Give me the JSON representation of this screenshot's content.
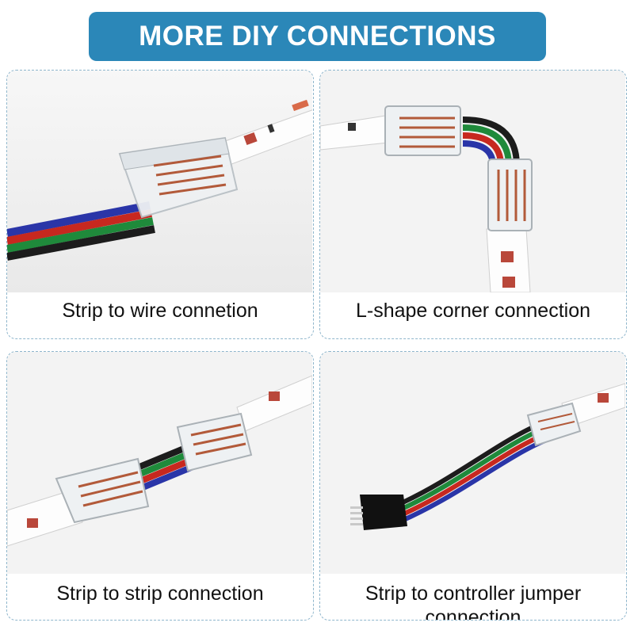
{
  "banner": {
    "title": "MORE DIY CONNECTIONS",
    "color": "#2b87b8"
  },
  "panels": [
    {
      "caption": "Strip to wire connetion",
      "icon": "strip-to-wire-photo"
    },
    {
      "caption": "L-shape corner connection",
      "icon": "l-shape-corner-photo"
    },
    {
      "caption": "Strip to strip connection",
      "icon": "strip-to-strip-photo"
    },
    {
      "caption": "Strip to controller jumper connection",
      "icon": "strip-to-controller-photo"
    }
  ],
  "wire_colors": {
    "black": "#1c1c1c",
    "green": "#1f8a3b",
    "red": "#c7281f",
    "blue": "#2a35a8"
  }
}
